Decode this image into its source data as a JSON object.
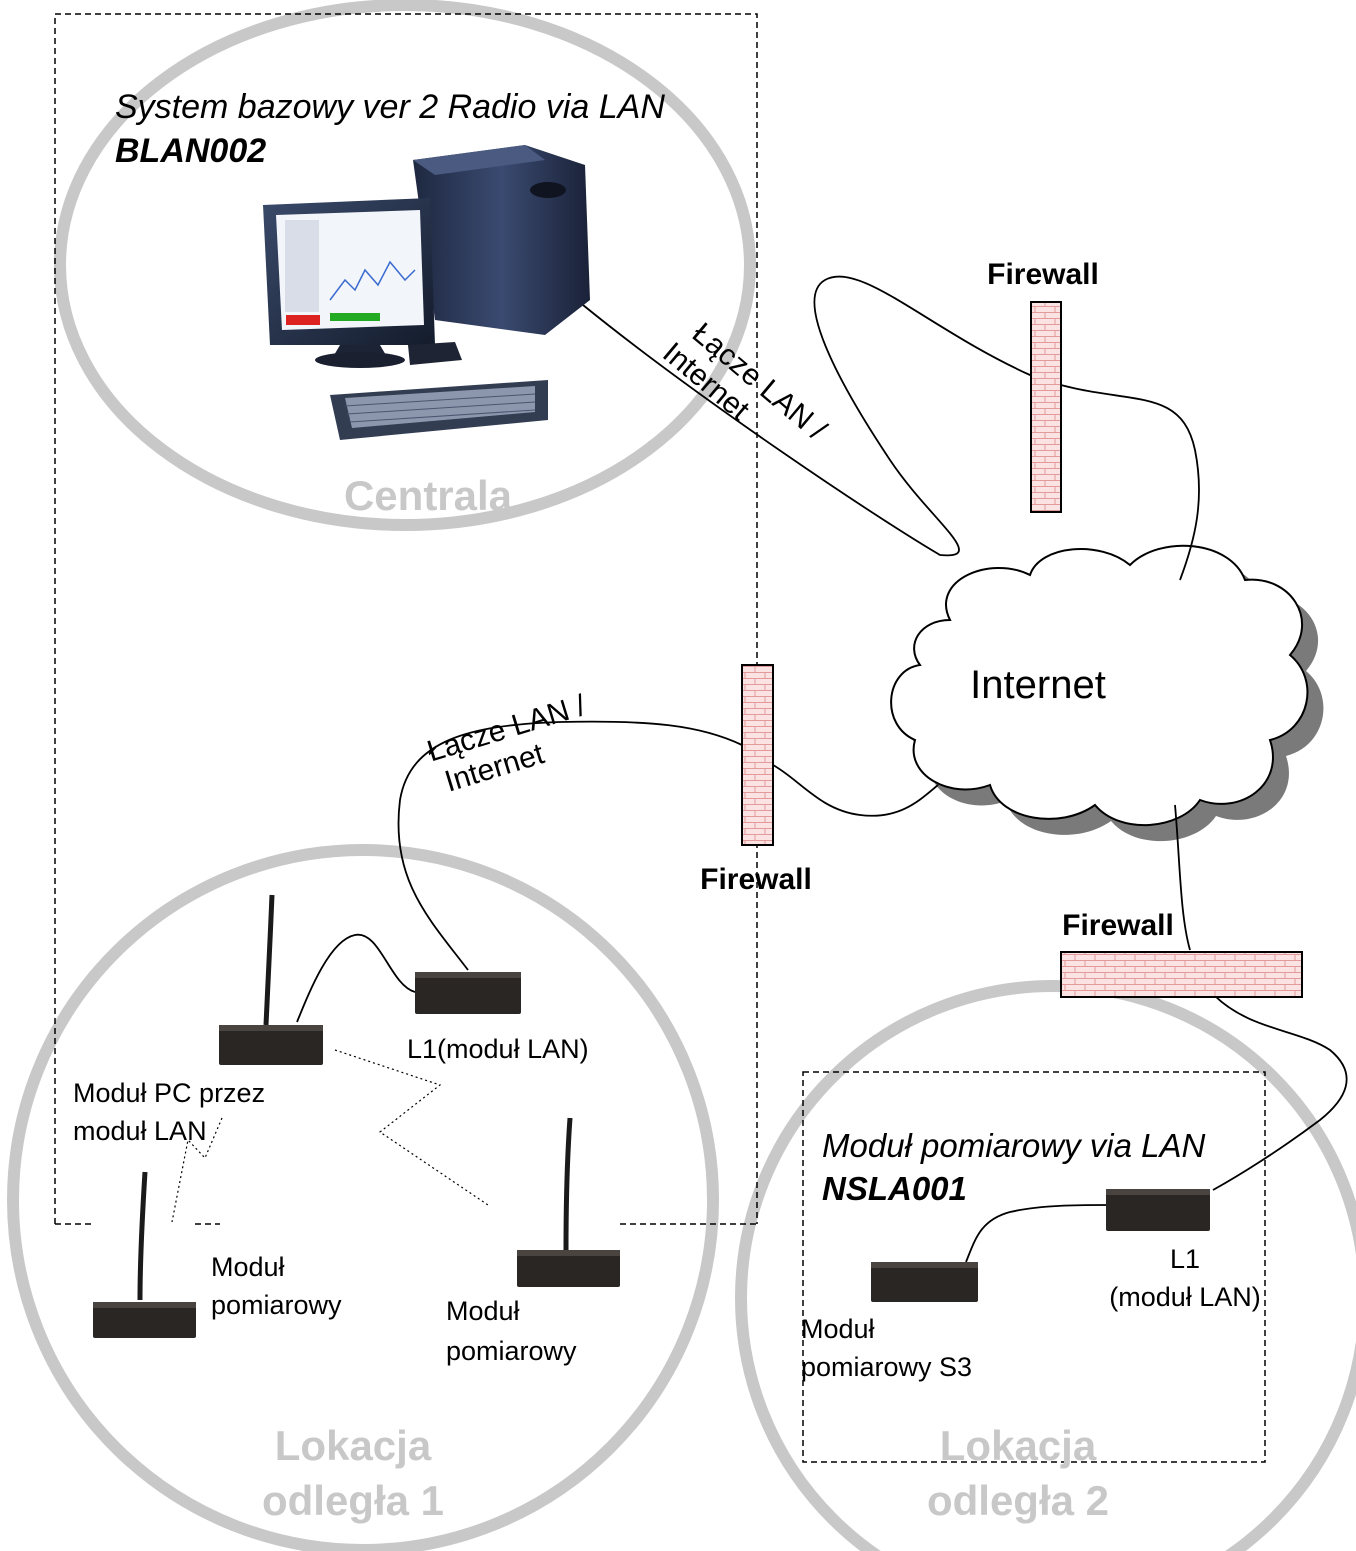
{
  "zones": {
    "central": "Centrala",
    "remote1_line1": "Lokacja",
    "remote1_line2": "odległa  1",
    "remote2_line1": "Lokacja",
    "remote2_line2": "odległa 2"
  },
  "base_system": {
    "title": "System bazowy ver 2 Radio via LAN",
    "code": "BLAN002"
  },
  "remote_module": {
    "title": "Moduł pomiarowy via LAN",
    "code": "NSLA001"
  },
  "network": {
    "internet": "Internet",
    "firewall_top": "Firewall",
    "firewall_mid": "Firewall",
    "firewall_right": "Firewall",
    "link_top_line1": "Łącze LAN /",
    "link_top_line2": "Internet",
    "link_mid_line1": "Łącze LAN /",
    "link_mid_line2": "Internet"
  },
  "devices": {
    "pc_module_line1": "Moduł PC przez",
    "pc_module_line2": "moduł LAN",
    "l1_left": "L1(moduł LAN)",
    "sensor_a_line1": "Moduł",
    "sensor_a_line2": "pomiarowy",
    "sensor_b_line1": "Moduł",
    "sensor_b_line2": "pomiarowy",
    "s3_line1": "Moduł",
    "s3_line2": "pomiarowy S3",
    "l1_right_line1": "L1",
    "l1_right_line2": "(moduł LAN)"
  },
  "colors": {
    "zone_circle": "#c8c8c8",
    "brick_fill": "#fbe3e3",
    "brick_line": "#e39a9a",
    "device_body": "#2a2623",
    "cloud_shadow": "#7a7a7a"
  }
}
